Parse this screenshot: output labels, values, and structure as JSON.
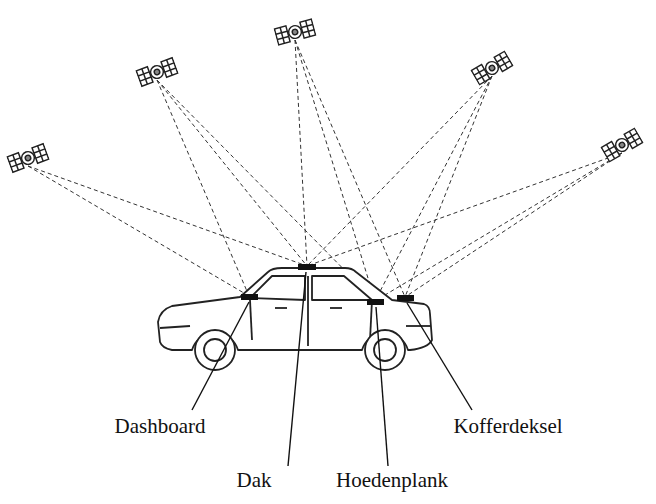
{
  "diagram": {
    "labels": [
      "Dashboard",
      "Dak",
      "Hoedenplank",
      "Kofferdeksel"
    ]
  }
}
